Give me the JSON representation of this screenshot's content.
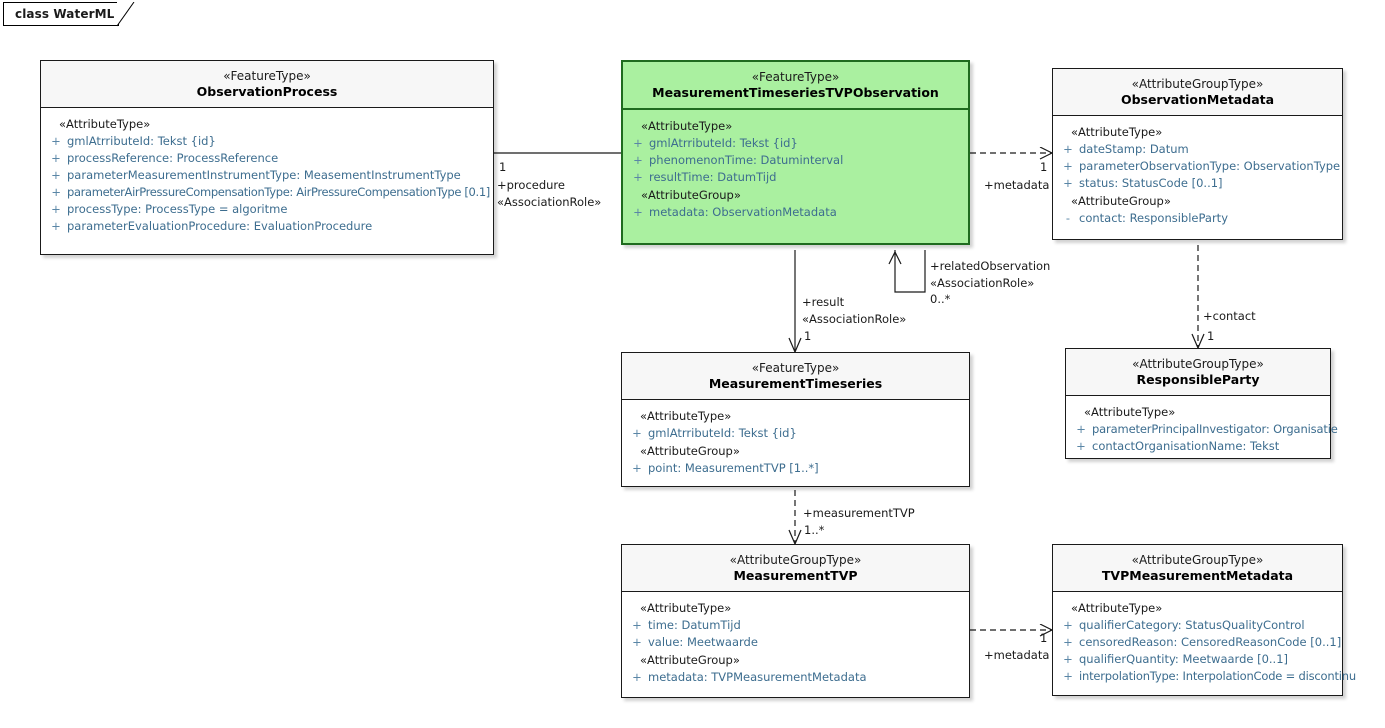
{
  "diagram": {
    "frame_label": "class WaterML",
    "accent_green": "#aaf0a0",
    "accent_green_border": "#1f6b1f",
    "attribute_text_color": "#3d6d8f",
    "line_color": "#1a1a1a"
  },
  "classes": [
    {
      "id": "observation-process",
      "stereotype": "«FeatureType»",
      "name": "ObservationProcess",
      "compartments": [
        {
          "group": "«AttributeType»",
          "attributes": [
            {
              "visibility": "+",
              "signature": "gmlAtrributeId: Tekst {id}"
            },
            {
              "visibility": "+",
              "signature": "processReference: ProcessReference"
            },
            {
              "visibility": "+",
              "signature": "parameterMeasurementInstrumentType: MeasementInstrumentType"
            },
            {
              "visibility": "+",
              "signature": "parameterAirPressureCompensationType: AirPressureCompensationType [0.1]"
            },
            {
              "visibility": "+",
              "signature": "processType: ProcessType = algoritme"
            },
            {
              "visibility": "+",
              "signature": "parameterEvaluationProcedure: EvaluationProcedure"
            }
          ]
        }
      ]
    },
    {
      "id": "measurement-timeseries-tvp-observation",
      "stereotype": "«FeatureType»",
      "name": "MeasurementTimeseriesTVPObservation",
      "highlighted": true,
      "compartments": [
        {
          "group": "«AttributeType»",
          "attributes": [
            {
              "visibility": "+",
              "signature": "gmlAtrributeId: Tekst {id}"
            },
            {
              "visibility": "+",
              "signature": "phenomenonTime: Datuminterval"
            },
            {
              "visibility": "+",
              "signature": "resultTime: DatumTijd"
            }
          ]
        },
        {
          "group": "«AttributeGroup»",
          "attributes": [
            {
              "visibility": "+",
              "signature": "metadata: ObservationMetadata"
            }
          ]
        }
      ]
    },
    {
      "id": "observation-metadata",
      "stereotype": "«AttributeGroupType»",
      "name": "ObservationMetadata",
      "compartments": [
        {
          "group": "«AttributeType»",
          "attributes": [
            {
              "visibility": "+",
              "signature": "dateStamp: Datum"
            },
            {
              "visibility": "+",
              "signature": "parameterObservationType: ObservationType"
            },
            {
              "visibility": "+",
              "signature": "status: StatusCode [0..1]"
            }
          ]
        },
        {
          "group": "«AttributeGroup»",
          "attributes": [
            {
              "visibility": "-",
              "signature": "contact: ResponsibleParty"
            }
          ]
        }
      ]
    },
    {
      "id": "measurement-timeseries",
      "stereotype": "«FeatureType»",
      "name": "MeasurementTimeseries",
      "compartments": [
        {
          "group": "«AttributeType»",
          "attributes": [
            {
              "visibility": "+",
              "signature": "gmlAtrributeId: Tekst {id}"
            }
          ]
        },
        {
          "group": "«AttributeGroup»",
          "attributes": [
            {
              "visibility": "+",
              "signature": "point: MeasurementTVP [1..*]"
            }
          ]
        }
      ]
    },
    {
      "id": "responsible-party",
      "stereotype": "«AttributeGroupType»",
      "name": "ResponsibleParty",
      "compartments": [
        {
          "group": "«AttributeType»",
          "attributes": [
            {
              "visibility": "+",
              "signature": "parameterPrincipalInvestigator: Organisatie"
            },
            {
              "visibility": "+",
              "signature": "contactOrganisationName: Tekst"
            }
          ]
        }
      ]
    },
    {
      "id": "measurement-tvp",
      "stereotype": "«AttributeGroupType»",
      "name": "MeasurementTVP",
      "compartments": [
        {
          "group": "«AttributeType»",
          "attributes": [
            {
              "visibility": "+",
              "signature": "time: DatumTijd"
            },
            {
              "visibility": "+",
              "signature": "value: Meetwaarde"
            }
          ]
        },
        {
          "group": "«AttributeGroup»",
          "attributes": [
            {
              "visibility": "+",
              "signature": "metadata: TVPMeasurementMetadata"
            }
          ]
        }
      ]
    },
    {
      "id": "tvp-measurement-metadata",
      "stereotype": "«AttributeGroupType»",
      "name": "TVPMeasurementMetadata",
      "compartments": [
        {
          "group": "«AttributeType»",
          "attributes": [
            {
              "visibility": "+",
              "signature": "qualifierCategory: StatusQualityControl"
            },
            {
              "visibility": "+",
              "signature": "censoredReason: CensoredReasonCode [0..1]"
            },
            {
              "visibility": "+",
              "signature": "qualifierQuantity: Meetwaarde [0..1]"
            },
            {
              "visibility": "+",
              "signature": "interpolationType: InterpolationCode = discontinu"
            }
          ]
        }
      ]
    }
  ],
  "connectors": [
    {
      "id": "procedure",
      "from": "measurement-timeseries-tvp-observation",
      "to": "observation-process",
      "style": "solid",
      "role": "+procedure",
      "stereotype": "«AssociationRole»",
      "multiplicity": "1"
    },
    {
      "id": "observation-metadata-link",
      "from": "measurement-timeseries-tvp-observation",
      "to": "observation-metadata",
      "style": "dashed",
      "role": "+metadata",
      "multiplicity": "1"
    },
    {
      "id": "related-observation",
      "from": "measurement-timeseries-tvp-observation",
      "to": "measurement-timeseries-tvp-observation",
      "style": "solid",
      "role": "+relatedObservation",
      "stereotype": "«AssociationRole»",
      "multiplicity": "0..*"
    },
    {
      "id": "result",
      "from": "measurement-timeseries-tvp-observation",
      "to": "measurement-timeseries",
      "style": "solid",
      "role": "+result",
      "stereotype": "«AssociationRole»",
      "multiplicity": "1"
    },
    {
      "id": "contact",
      "from": "observation-metadata",
      "to": "responsible-party",
      "style": "dashed",
      "role": "+contact",
      "multiplicity": "1"
    },
    {
      "id": "measurement-tvp-link",
      "from": "measurement-timeseries",
      "to": "measurement-tvp",
      "style": "dashed",
      "role": "+measurementTVP",
      "multiplicity": "1..*"
    },
    {
      "id": "tvp-metadata-link",
      "from": "measurement-tvp",
      "to": "tvp-measurement-metadata",
      "style": "dashed",
      "role": "+metadata",
      "multiplicity": "1"
    }
  ]
}
